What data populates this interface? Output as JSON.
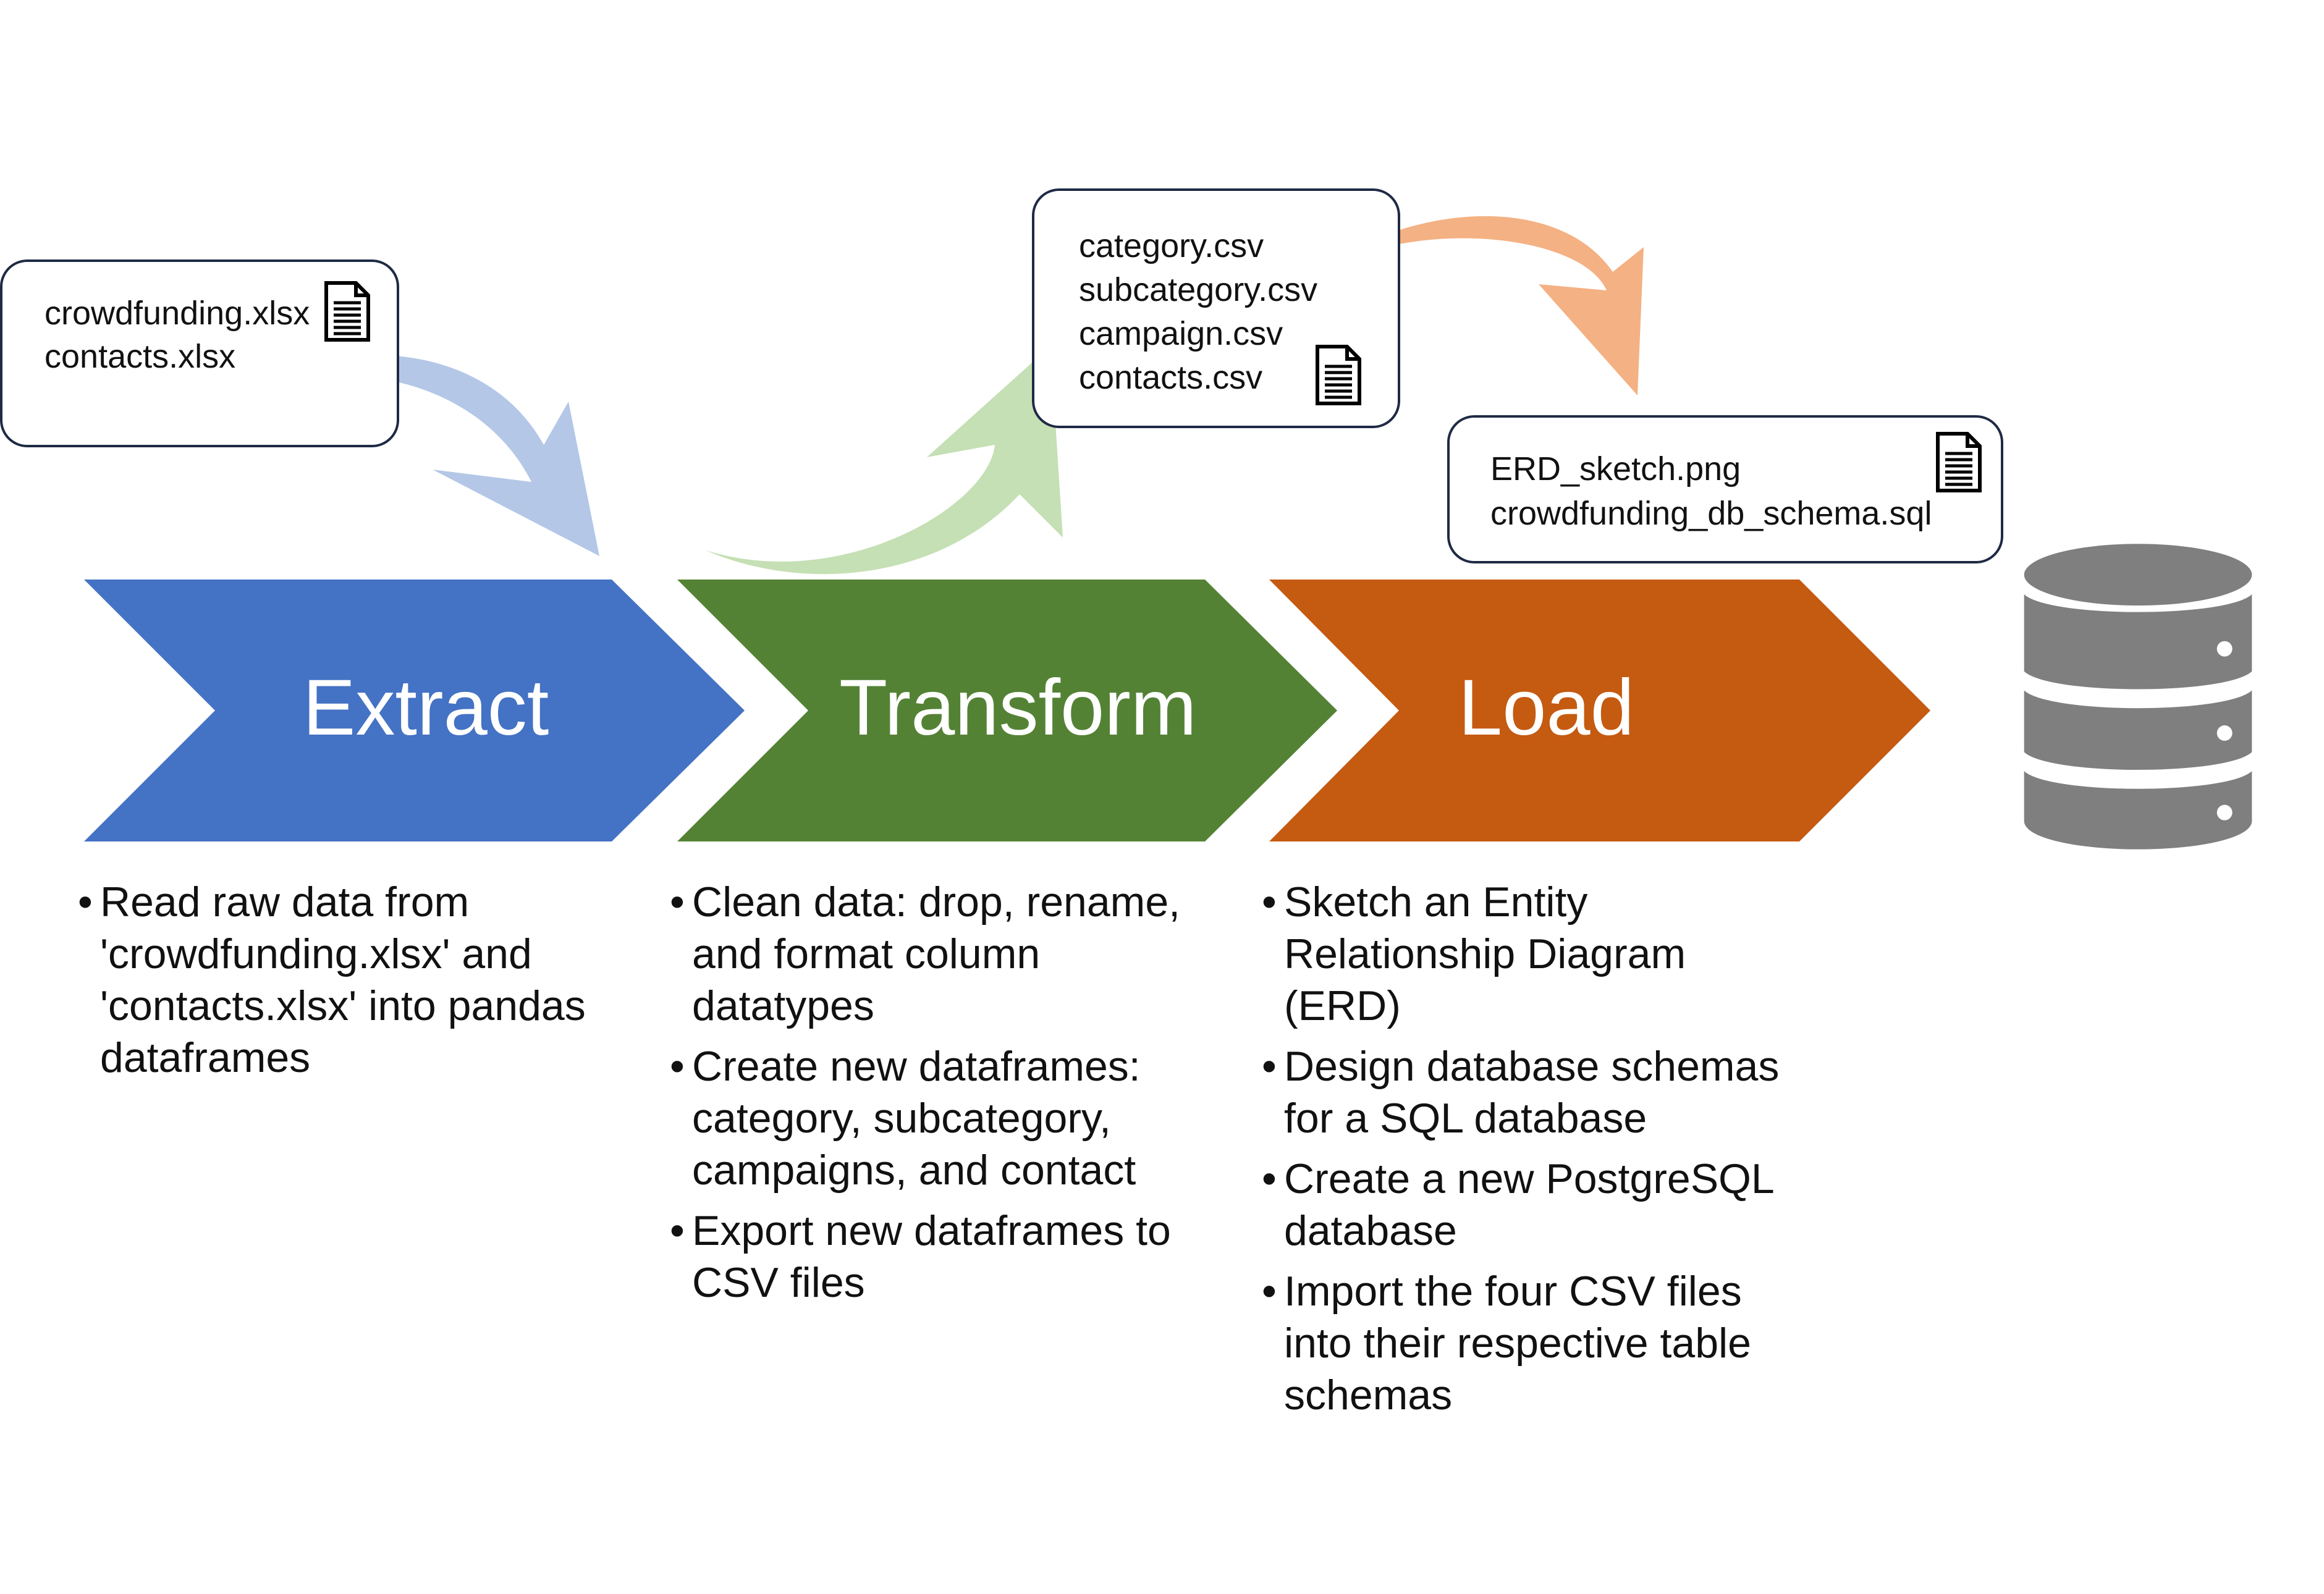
{
  "colors": {
    "extract": "#4472c4",
    "transform": "#548235",
    "load": "#c55a11",
    "arrow_extract": "#b4c7e7",
    "arrow_transform": "#c5e0b4",
    "arrow_load": "#f4b183",
    "database": "#7f7f7f",
    "box_border": "#1f2a44"
  },
  "icons": {
    "file": "document-icon",
    "database": "database-icon"
  },
  "files": {
    "raw": [
      "crowdfunding.xlsx",
      "contacts.xlsx"
    ],
    "csv": [
      "category.csv",
      "subcategory.csv",
      "campaign.csv",
      "contacts.csv"
    ],
    "schema": [
      "ERD_sketch.png",
      "crowdfunding_db_schema.sql"
    ]
  },
  "stages": [
    {
      "label": "Extract",
      "bullets": [
        "Read raw data from 'crowdfunding.xlsx' and 'contacts.xlsx' into pandas dataframes"
      ]
    },
    {
      "label": "Transform",
      "bullets": [
        "Clean data: drop, rename, and format column datatypes",
        "Create new dataframes: category, subcategory, campaigns, and contact",
        "Export new dataframes to CSV files"
      ]
    },
    {
      "label": "Load",
      "bullets": [
        "Sketch an Entity Relationship Diagram (ERD)",
        "Design database schemas for a SQL database",
        "Create a new PostgreSQL database",
        "Import the four CSV files into their respective table schemas"
      ]
    }
  ]
}
